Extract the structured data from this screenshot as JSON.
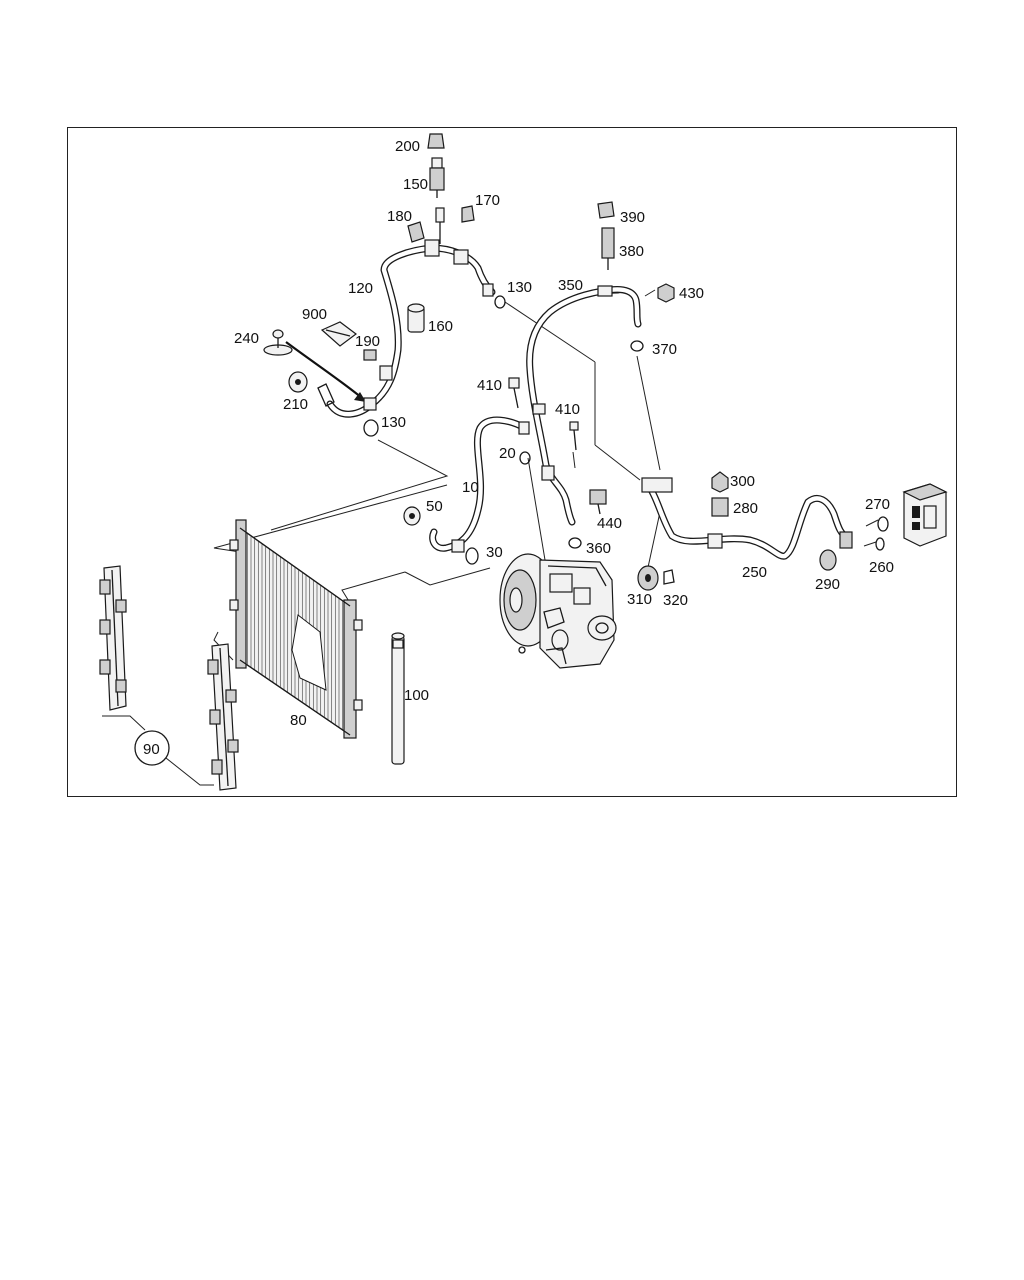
{
  "diagram": {
    "labels": {
      "p10": "10",
      "p20": "20",
      "p30": "30",
      "p50": "50",
      "p80": "80",
      "p90": "90",
      "p100": "100",
      "p120": "120",
      "p130a": "130",
      "p130b": "130",
      "p150": "150",
      "p160": "160",
      "p170": "170",
      "p180": "180",
      "p190": "190",
      "p200": "200",
      "p210": "210",
      "p240": "240",
      "p250": "250",
      "p260": "260",
      "p270": "270",
      "p280": "280",
      "p290": "290",
      "p300": "300",
      "p310": "310",
      "p320": "320",
      "p350": "350",
      "p360": "360",
      "p370": "370",
      "p380": "380",
      "p390": "390",
      "p410a": "410",
      "p410b": "410",
      "p430": "430",
      "p440": "440",
      "p900": "900"
    }
  }
}
